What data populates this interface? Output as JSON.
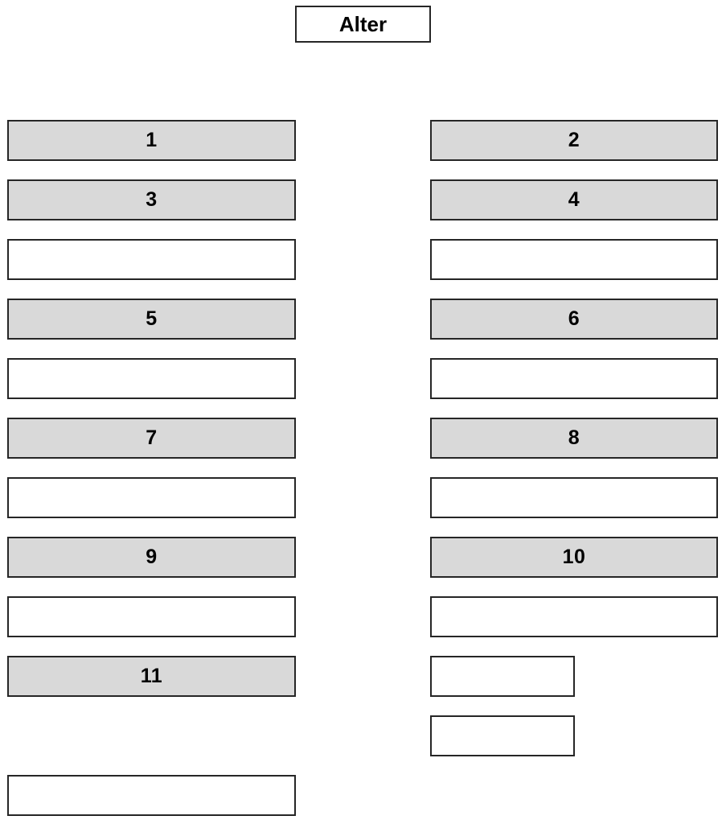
{
  "title": {
    "label": "Alter"
  },
  "colors": {
    "background": "#ffffff",
    "box_fill_gray": "#d9d9d9",
    "box_fill_white": "#ffffff",
    "box_border": "#262626",
    "text": "#000000"
  },
  "columns": {
    "left": {
      "boxes": [
        {
          "label": "1",
          "filled": true,
          "row": 0,
          "width": "full"
        },
        {
          "label": "3",
          "filled": true,
          "row": 1,
          "width": "full"
        },
        {
          "label": "",
          "filled": false,
          "row": 2,
          "width": "full"
        },
        {
          "label": "5",
          "filled": true,
          "row": 3,
          "width": "full"
        },
        {
          "label": "",
          "filled": false,
          "row": 4,
          "width": "full"
        },
        {
          "label": "7",
          "filled": true,
          "row": 5,
          "width": "full"
        },
        {
          "label": "",
          "filled": false,
          "row": 6,
          "width": "full"
        },
        {
          "label": "9",
          "filled": true,
          "row": 7,
          "width": "full"
        },
        {
          "label": "",
          "filled": false,
          "row": 8,
          "width": "full"
        },
        {
          "label": "11",
          "filled": true,
          "row": 9,
          "width": "full"
        },
        {
          "label": "",
          "filled": false,
          "row": 11,
          "width": "full"
        }
      ]
    },
    "right": {
      "boxes": [
        {
          "label": "2",
          "filled": true,
          "row": 0,
          "width": "full"
        },
        {
          "label": "4",
          "filled": true,
          "row": 1,
          "width": "full"
        },
        {
          "label": "",
          "filled": false,
          "row": 2,
          "width": "full"
        },
        {
          "label": "6",
          "filled": true,
          "row": 3,
          "width": "full"
        },
        {
          "label": "",
          "filled": false,
          "row": 4,
          "width": "full"
        },
        {
          "label": "8",
          "filled": true,
          "row": 5,
          "width": "full"
        },
        {
          "label": "",
          "filled": false,
          "row": 6,
          "width": "full"
        },
        {
          "label": "10",
          "filled": true,
          "row": 7,
          "width": "full"
        },
        {
          "label": "",
          "filled": false,
          "row": 8,
          "width": "full"
        },
        {
          "label": "",
          "filled": false,
          "row": 9,
          "width": "half"
        },
        {
          "label": "",
          "filled": false,
          "row": 10,
          "width": "half"
        }
      ]
    }
  }
}
